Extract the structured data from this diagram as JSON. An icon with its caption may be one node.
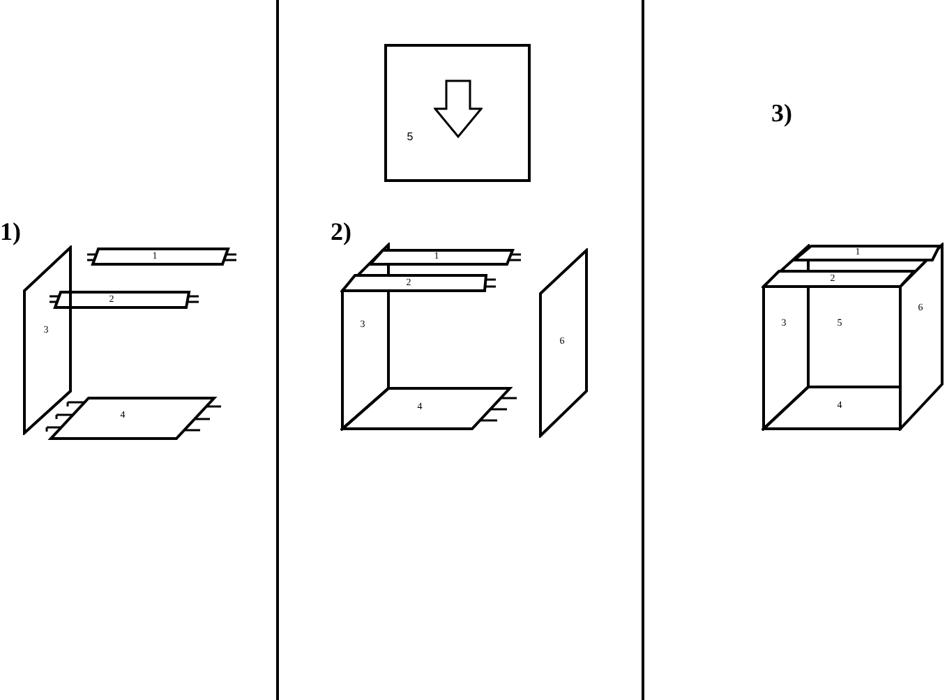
{
  "diagram": {
    "nodes": [
      {
        "text": [
          "1"
        ]
      },
      {
        "text": [
          "2"
        ]
      },
      {
        "text": [
          "3"
        ]
      },
      {
        "text": [
          "4"
        ]
      },
      {
        "text": [
          "5"
        ]
      },
      {
        "text": [
          "1"
        ]
      },
      {
        "text": [
          "2"
        ]
      },
      {
        "text": [
          "3"
        ]
      },
      {
        "text": [
          "6"
        ]
      },
      {
        "text": [
          "4"
        ]
      },
      {
        "text": [
          "1"
        ]
      },
      {
        "text": [
          "2"
        ]
      },
      {
        "text": [
          "3"
        ]
      },
      {
        "text": [
          "5"
        ]
      },
      {
        "text": [
          "6"
        ]
      },
      {
        "text": [
          "4"
        ]
      }
    ],
    "labels": [
      "1)",
      "2)",
      "3)"
    ]
  }
}
